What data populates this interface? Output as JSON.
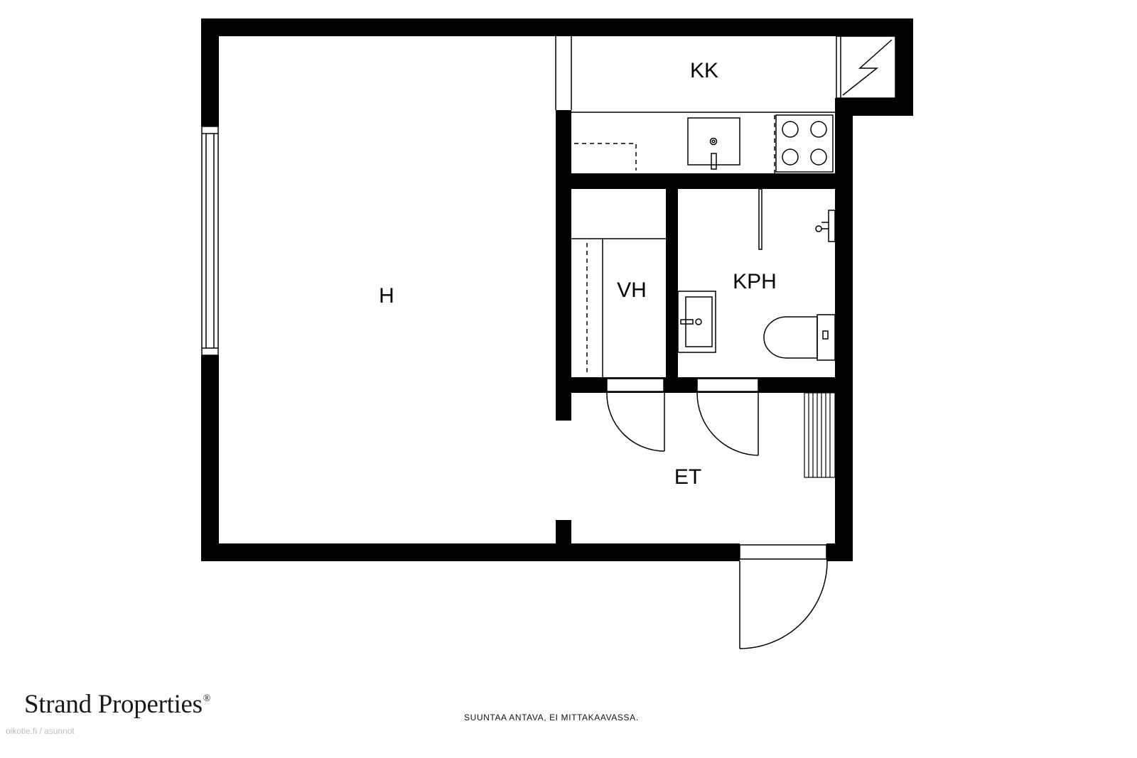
{
  "floorplan": {
    "rooms": {
      "living": "H",
      "kitchen": "KK",
      "closet": "VH",
      "bathroom": "KPH",
      "hall": "ET"
    }
  },
  "footer": {
    "brand": "Strand Properties",
    "brand_mark": "®",
    "disclaimer": "SUUNTAA ANTAVA, EI MITTAKAAVASSA.",
    "source": "oikotie.fi / asunnot"
  },
  "colors": {
    "wall": "#000000",
    "background": "#ffffff"
  }
}
